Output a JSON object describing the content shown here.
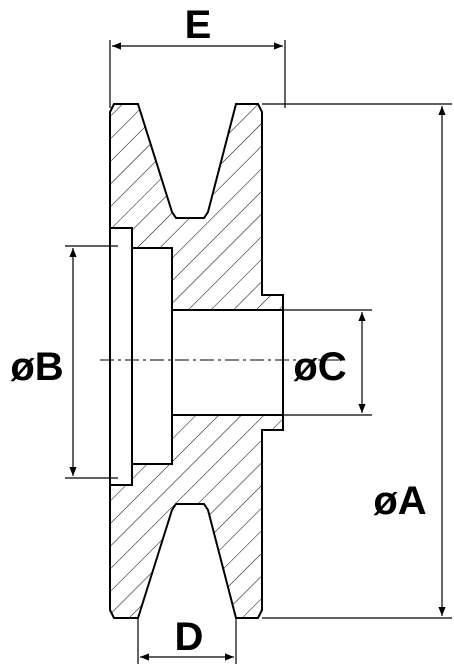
{
  "labels": {
    "E": "E",
    "A": "øA",
    "B": "øB",
    "C": "øC",
    "D": "D"
  },
  "colors": {
    "line": "#000000",
    "section_fill": "#ffffff",
    "hatch": "#000000"
  }
}
